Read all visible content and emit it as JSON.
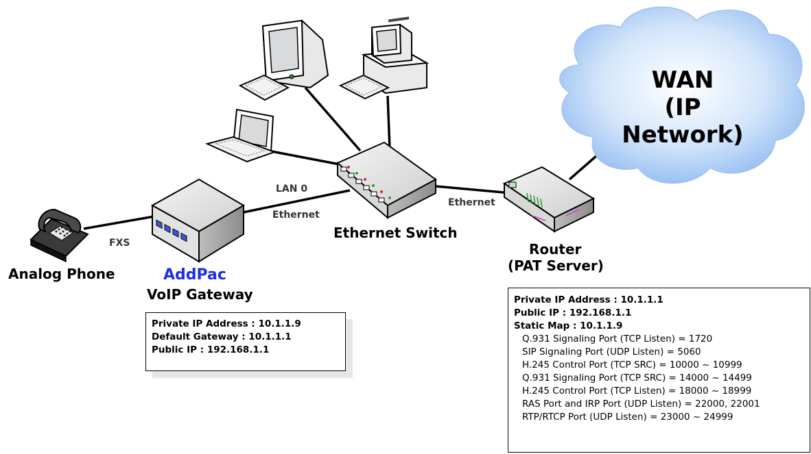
{
  "cloud": {
    "line1": "WAN",
    "line2": "(IP Network)"
  },
  "devices": {
    "phone": "Analog Phone",
    "gateway_brand": "AddPac",
    "gateway": "VoIP Gateway",
    "switch": "Ethernet Switch",
    "router_line1": "Router",
    "router_line2": "(PAT Server)"
  },
  "links": {
    "fxs": "FXS",
    "lan0": "LAN 0",
    "ethernet_gateway": "Ethernet",
    "ethernet_router": "Ethernet"
  },
  "gateway_info": [
    "Private IP Address : 10.1.1.9",
    "Default Gateway : 10.1.1.1",
    "Public IP : 192.168.1.1"
  ],
  "router_info": {
    "header": [
      "Private IP Address : 10.1.1.1",
      "Public IP : 192.168.1.1",
      "Static Map : 10.1.1.9"
    ],
    "ports": [
      "Q.931 Signaling Port (TCP Listen) = 1720",
      "SIP Signaling Port (UDP Listen) = 5060",
      "H.245 Control Port (TCP SRC) = 10000 ~ 10999",
      "Q.931 Signaling Port (TCP SRC) = 14000 ~ 14499",
      "H.245 Control Port (TCP Listen) = 18000 ~ 18999",
      "RAS Port and IRP Port (UDP Listen) = 22000, 22001",
      "RTP/RTCP Port (UDP Listen) = 23000 ~ 24999"
    ]
  }
}
